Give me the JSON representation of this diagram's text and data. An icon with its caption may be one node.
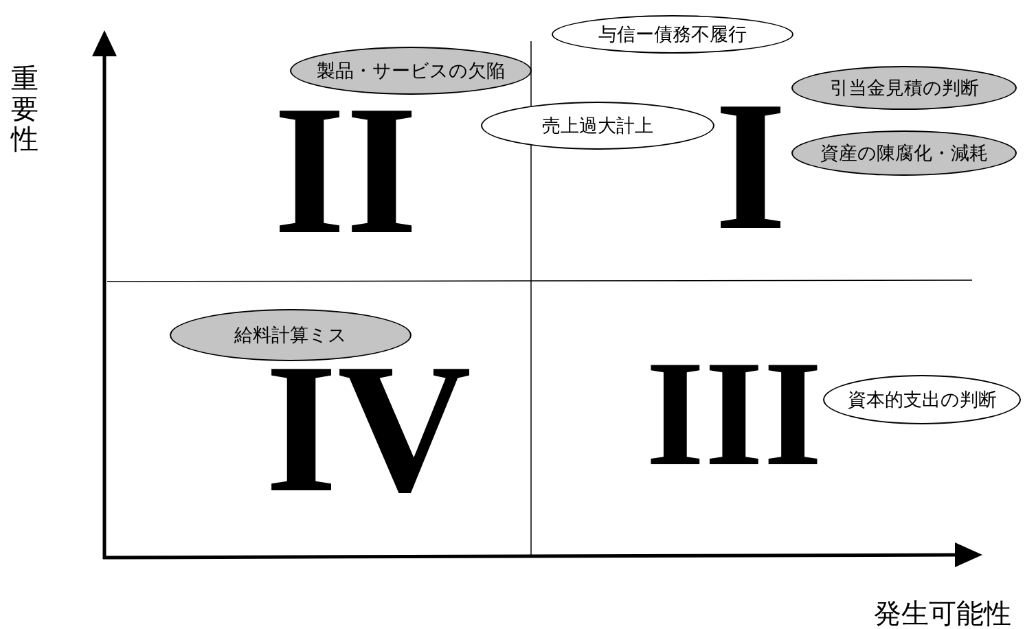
{
  "diagram": {
    "nodes": [
      {
        "text": [
          "与信ー債務不履行"
        ]
      },
      {
        "text": [
          "製品・サービスの欠陥"
        ]
      },
      {
        "text": [
          "引当金見積の判断"
        ]
      },
      {
        "text": [
          "売上過大計上"
        ]
      },
      {
        "text": [
          "資産の陳腐化・減耗"
        ]
      },
      {
        "text": [
          "給料計算ミス"
        ]
      },
      {
        "text": [
          "資本的支出の判断"
        ]
      }
    ],
    "edges": [],
    "labels": [
      "重要性",
      "II",
      "I",
      "IV",
      "III",
      "発生可能性"
    ]
  }
}
